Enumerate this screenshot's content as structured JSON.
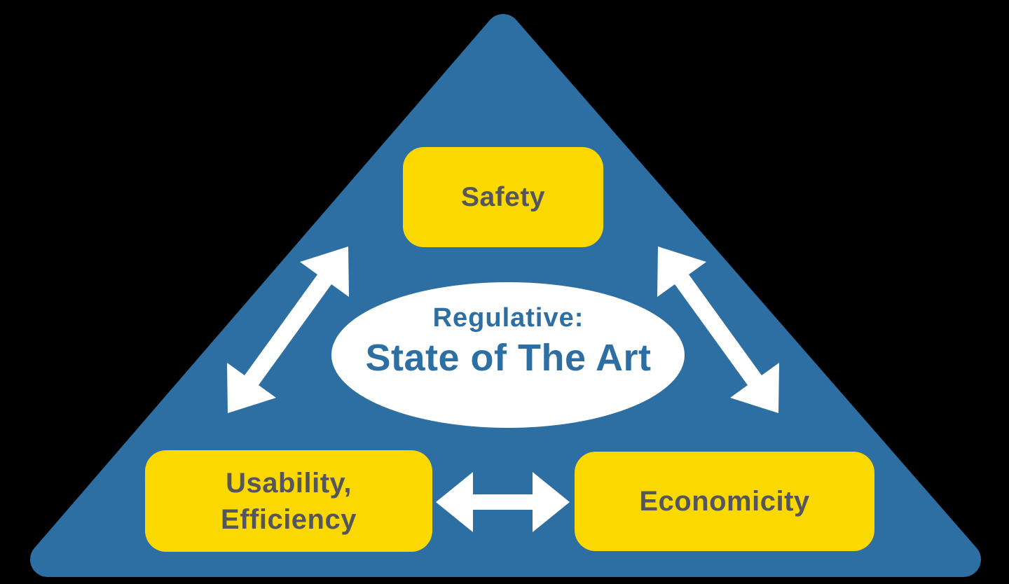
{
  "diagram": {
    "type": "triangle-relationship-diagram",
    "background_color": "#000000",
    "triangle_color": "#2D6FA3",
    "node_fill_color": "#FBD800",
    "node_text_color": "#55565A",
    "center_ellipse_fill": "#FFFFFF",
    "center_text_color": "#2D6FA3",
    "arrow_color": "#FFFFFF",
    "nodes": {
      "top": {
        "label": "Safety"
      },
      "bottom_left": {
        "label": "Usability,\nEfficiency"
      },
      "bottom_right": {
        "label": "Economicity"
      }
    },
    "center": {
      "line1": "Regulative:",
      "line2": "State of The Art"
    },
    "arrows": [
      {
        "from": "top",
        "to": "bottom_left",
        "style": "double-headed"
      },
      {
        "from": "top",
        "to": "bottom_right",
        "style": "double-headed"
      },
      {
        "from": "bottom_left",
        "to": "bottom_right",
        "style": "double-headed"
      }
    ]
  }
}
